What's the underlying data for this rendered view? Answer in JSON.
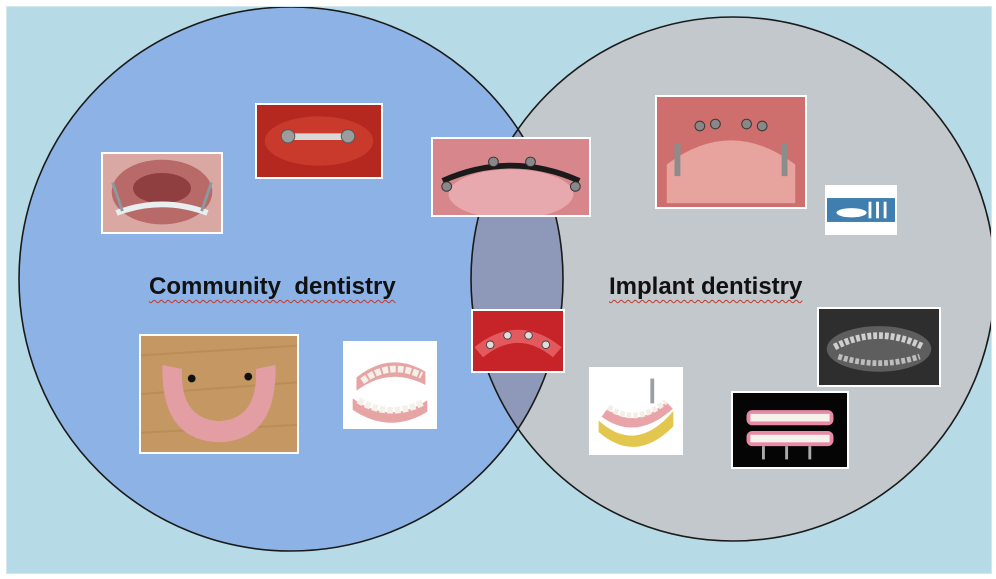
{
  "colors": {
    "background": "#b7dbe6",
    "left_circle": "#8db3e6",
    "right_circle": "#c2c8cc",
    "overlap": "#8e98b8",
    "outline": "#1a1a1a"
  },
  "sets": {
    "left": {
      "label": "Community  dentistry"
    },
    "right": {
      "label": "Implant dentistry"
    }
  },
  "images": [
    {
      "name": "denture-clasp-photo",
      "set": "left"
    },
    {
      "name": "bar-on-gum-photo",
      "set": "left"
    },
    {
      "name": "bar-attachment-photo",
      "set": "overlap"
    },
    {
      "name": "implant-arch-photo",
      "set": "overlap"
    },
    {
      "name": "overdenture-photo",
      "set": "left"
    },
    {
      "name": "denture-illustration",
      "set": "left"
    },
    {
      "name": "implant-posts-photo",
      "set": "right"
    },
    {
      "name": "implant-logo",
      "set": "right"
    },
    {
      "name": "panoramic-xray",
      "set": "right"
    },
    {
      "name": "implant-illustration",
      "set": "right"
    },
    {
      "name": "implant-denture-render",
      "set": "right"
    }
  ]
}
